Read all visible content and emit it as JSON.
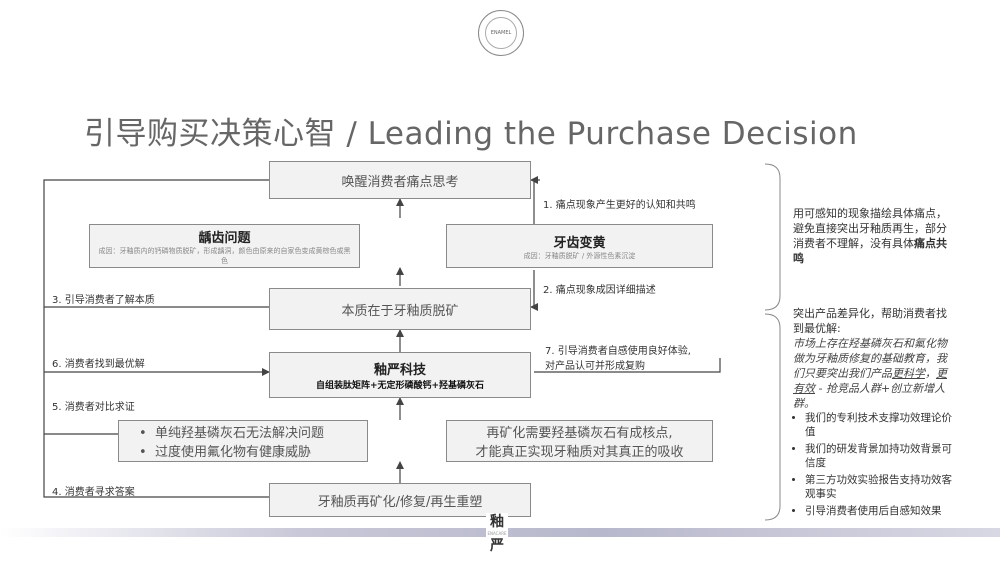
{
  "logo": {
    "text": "ENAMEL"
  },
  "title": "引导购买决策心智 / Leading the Purchase Decision",
  "boxes": {
    "awaken": "唤醒消费者痛点思考",
    "caries": {
      "title": "龋齿问题",
      "reason": "成因：牙釉质内的钙磷物质脱矿，形成龋洞，颜色由原来的自家色变成黄棕色或黑色"
    },
    "yellow": {
      "title": "牙齿变黄",
      "reason": "成因：牙釉质脱矿 / 外源性色素沉淀"
    },
    "essence": "本质在于牙釉质脱矿",
    "tech": {
      "title": "釉严科技",
      "detail": "自组装肽矩阵+无定形磷酸钙+羟基磷灰石"
    },
    "left_issue": {
      "line1": "单纯羟基磷灰石无法解决问题",
      "line2": "过度使用氟化物有健康威胁"
    },
    "right_issue": {
      "line1": "再矿化需要羟基磷灰石有成核点,",
      "line2": "才能真正实现牙釉质对其真正的吸收"
    },
    "remineral": "牙釉质再矿化/修复/再生重塑"
  },
  "right_labels": {
    "l1": "1. 痛点现象产生更好的认知和共鸣",
    "l2": "2. 痛点现象成因详细描述",
    "l7a": "7. 引导消费者自感使用良好体验,",
    "l7b": "对产品认可并形成复购"
  },
  "left_labels": {
    "l3": "3. 引导消费者了解本质",
    "l6": "6. 消费者找到最优解",
    "l5": "5. 消费者对比求证",
    "l4": "4. 消费者寻求答案"
  },
  "side_top": {
    "p1": "用可感知的现象描绘具体痛点，避免直接突出牙釉质再生，部分消费者不理解，没有具体",
    "p1_bold": "痛点共鸣"
  },
  "side_bottom": {
    "intro": "突出产品差异化，帮助消费者找到最优解:",
    "em": "市场上存在羟基磷灰石和氟化物做为牙釉质修复的基础教育，我们只要突出我们产品",
    "em_u1": "更科学",
    "em_sep": "，",
    "em_u2": "更有效",
    "em_tail": " - 抢竞品人群+创立新增人群。",
    "bullets": [
      "我们的专利技术支撑功效理论价值",
      "我们的研发背景加持功效背景可信度",
      "第三方功效实验报告支持功效客观事实",
      "引导消费者使用后自感知效果"
    ]
  },
  "brand": {
    "line1": "釉",
    "line2": "严",
    "tiny": "ENACARE"
  }
}
